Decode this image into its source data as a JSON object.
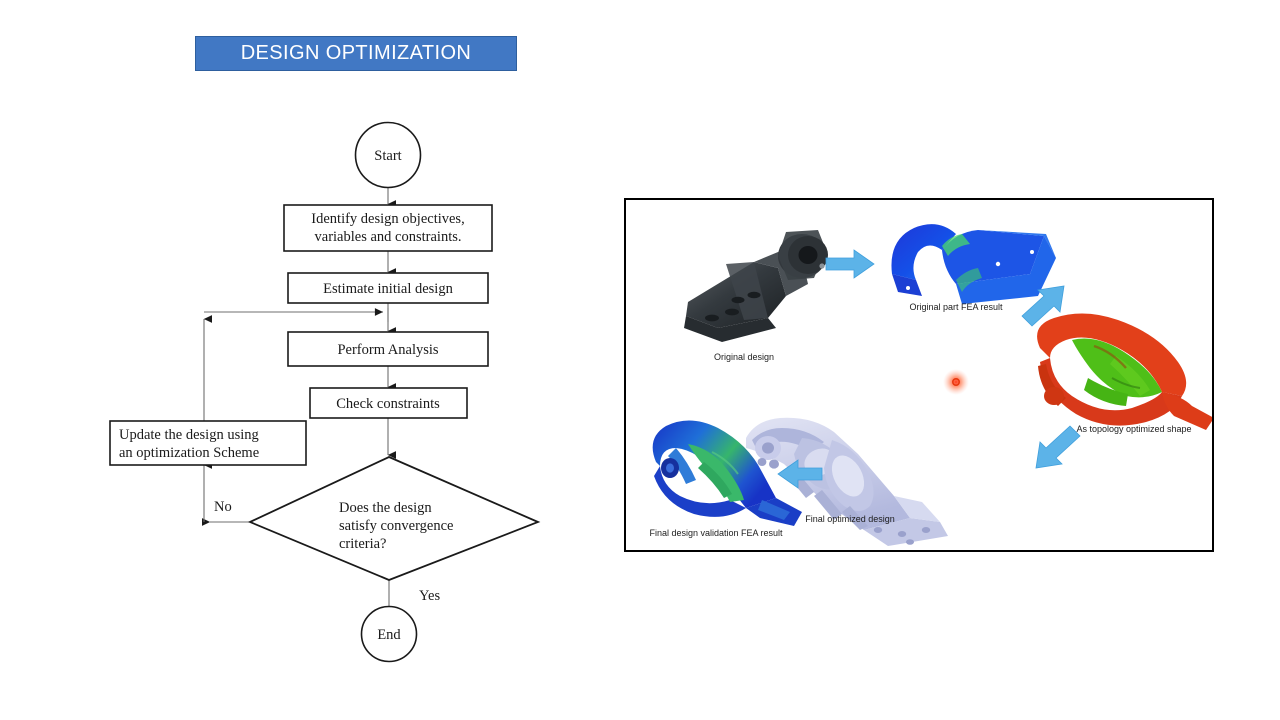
{
  "slide": {
    "title": "DESIGN OPTIMIZATION",
    "accent_color": "#4178c4",
    "background_color": "#ffffff"
  },
  "flowchart": {
    "nodes": {
      "start": "Start",
      "identify_line1": "Identify design objectives,",
      "identify_line2": "variables and constraints.",
      "estimate": "Estimate initial design",
      "analysis": "Perform Analysis",
      "check": "Check constraints",
      "update_line1": "Update the design using",
      "update_line2": "an optimization Scheme",
      "decision_line1": "Does the design",
      "decision_line2": "satisfy convergence",
      "decision_line3": "criteria?",
      "end": "End"
    },
    "edge_labels": {
      "no": "No",
      "yes": "Yes"
    },
    "line_color": "#1a1a1a"
  },
  "illustration": {
    "border_color": "#000000",
    "arrow_color": "#5cb3e8",
    "labels": {
      "original_design": "Original design",
      "original_fea": "Original part FEA result",
      "topology": "As topology optimized shape",
      "final_design": "Final optimized design",
      "final_fea": "Final design validation FEA result"
    }
  }
}
